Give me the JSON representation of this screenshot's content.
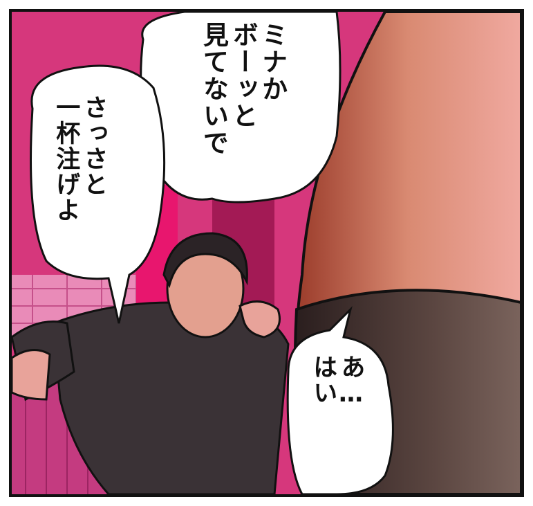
{
  "panel": {
    "speech_bubbles": [
      {
        "id": "top",
        "lines": [
          "ミナか",
          "ボーッと",
          "見てないで"
        ]
      },
      {
        "id": "left",
        "lines": [
          "さっさと",
          "一杯注げよ"
        ]
      },
      {
        "id": "right",
        "lines": [
          "あ…",
          "はい"
        ]
      }
    ]
  },
  "colors": {
    "background_pink": "#d6377c",
    "wall_dark_pink": "#b81f63",
    "skin_tone": "#c76c4f",
    "stocking": "#3b2a2a",
    "jacket": "#3a3236",
    "outline": "#111111"
  }
}
